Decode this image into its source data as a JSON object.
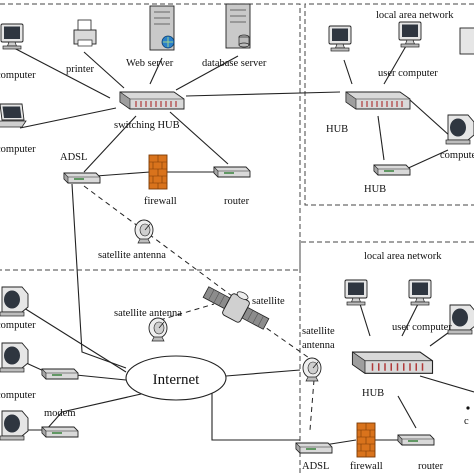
{
  "labels": {
    "computer_top1": "computer",
    "computer_top2": "computer",
    "printer": "printer",
    "web_server": "Web server",
    "database_server": "database server",
    "switching_hub": "switching HUB",
    "adsl_top": "ADSL",
    "firewall_top": "firewall",
    "router_top": "router",
    "satellite_antenna_top": "satellite antenna",
    "lan_top": "local area network",
    "user_computer_top": "user computer",
    "hub_top": "HUB",
    "hub_top_small": "HUB",
    "computer_right": "computer",
    "satellite": "satellite",
    "satellite_antenna_mid": "satellite antenna",
    "satellite_antenna_right": "satellite antenna",
    "internet": "Internet",
    "lan_bottom": "local area network",
    "user_computer_bottom": "user computer",
    "hub_bottom": "HUB",
    "computer_left1": "computer",
    "computer_left2": "computer",
    "modem": "modem",
    "adsl_bottom": "ADSL",
    "firewall_bottom": "firewall",
    "router_bottom": "router",
    "edge_c": "c"
  },
  "colors": {
    "device_body": "#d9d9d9",
    "device_dark": "#8c8c8c",
    "screen": "#2f3640",
    "firewall": "#d9731c",
    "server": "#c9c9c9",
    "hub_ports": "#b03a3a"
  }
}
